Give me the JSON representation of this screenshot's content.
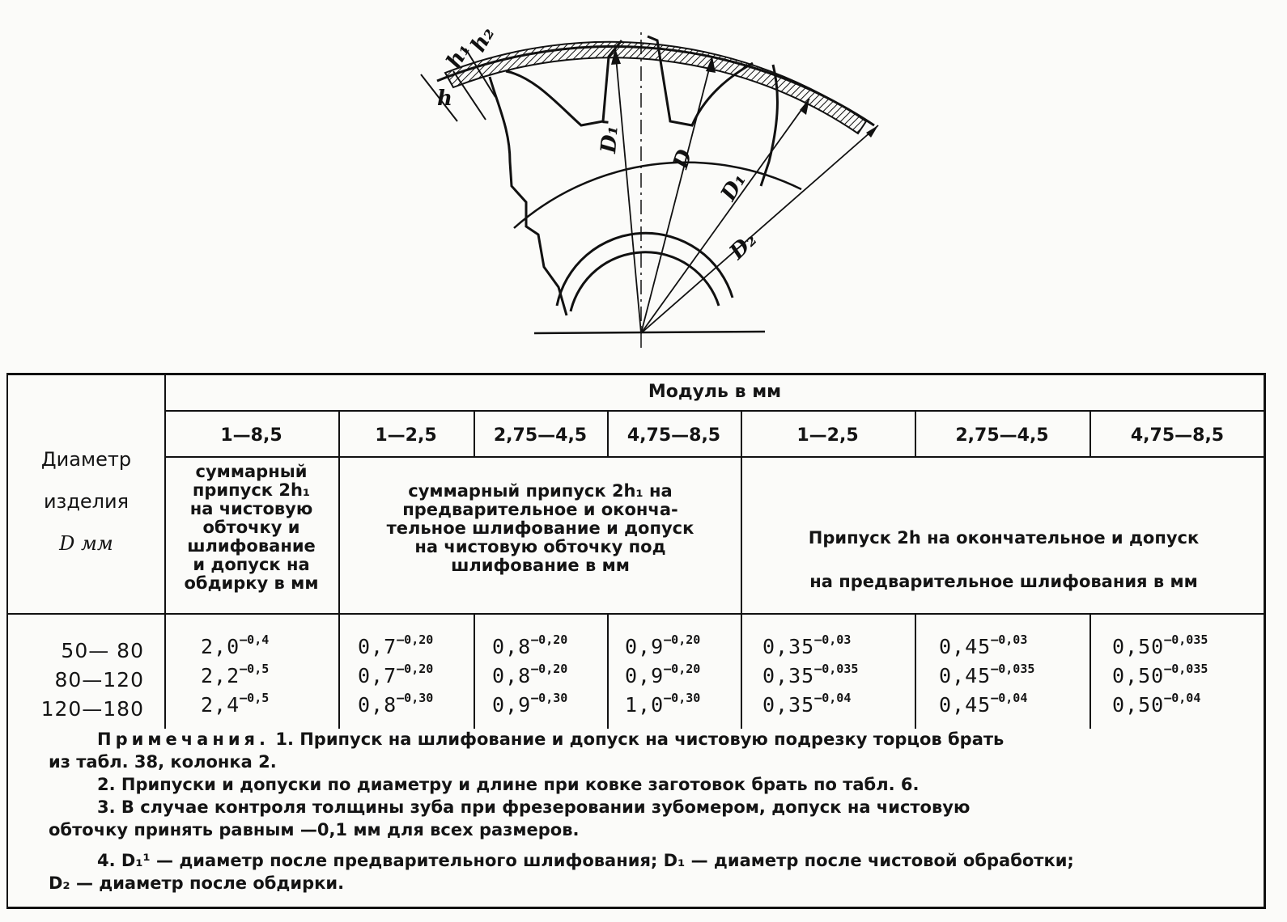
{
  "drawing": {
    "labels": {
      "h": "h",
      "h1": "h₁",
      "h2": "h₂",
      "d_pre": "D₁'",
      "d": "D",
      "d1": "D₁",
      "d2": "D₂"
    }
  },
  "table": {
    "col_diameter": {
      "line1": "Диаметр",
      "line2": "изделия",
      "line3": "D мм"
    },
    "module_header": "Модуль в мм",
    "modules": [
      "1—8,5",
      "1—2,5",
      "2,75—4,5",
      "4,75—8,5",
      "1—2,5",
      "2,75—4,5",
      "4,75—8,5"
    ],
    "group1_desc": [
      "суммарный",
      "припуск 2h₁",
      "на чистовую",
      "обточку и",
      "шлифование",
      "и допуск на",
      "обдирку в мм"
    ],
    "group2_desc": [
      "суммарный припуск 2h₁ на",
      "предварительное и оконча-",
      "тельное шлифование и допуск",
      "на чистовую обточку под",
      "шлифование в мм"
    ],
    "group3_desc": [
      "Припуск 2h на окончательное и допуск",
      "на предварительное шлифования в мм"
    ],
    "diameters": [
      "50— 80",
      "80—120",
      "120—180"
    ],
    "rows": [
      [
        {
          "v": "2,0",
          "tol": "—0,4"
        },
        {
          "v": "0,7",
          "tol": "—0,20"
        },
        {
          "v": "0,8",
          "tol": "—0,20"
        },
        {
          "v": "0,9",
          "tol": "—0,20"
        },
        {
          "v": "0,35",
          "tol": "—0,03"
        },
        {
          "v": "0,45",
          "tol": "—0,03"
        },
        {
          "v": "0,50",
          "tol": "—0,035"
        }
      ],
      [
        {
          "v": "2,2",
          "tol": "—0,5"
        },
        {
          "v": "0,7",
          "tol": "—0,20"
        },
        {
          "v": "0,8",
          "tol": "—0,20"
        },
        {
          "v": "0,9",
          "tol": "—0,20"
        },
        {
          "v": "0,35",
          "tol": "—0,035"
        },
        {
          "v": "0,45",
          "tol": "—0,035"
        },
        {
          "v": "0,50",
          "tol": "—0,035"
        }
      ],
      [
        {
          "v": "2,4",
          "tol": "—0,5"
        },
        {
          "v": "0,8",
          "tol": "—0,30"
        },
        {
          "v": "0,9",
          "tol": "—0,30"
        },
        {
          "v": "1,0",
          "tol": "—0,30"
        },
        {
          "v": "0,35",
          "tol": "—0,04"
        },
        {
          "v": "0,45",
          "tol": "—0,04"
        },
        {
          "v": "0,50",
          "tol": "—0,04"
        }
      ]
    ]
  },
  "notes": {
    "heading": "Примечания.",
    "n1_a": "1. Припуск на шлифование и допуск на чистовую подрезку торцов брать",
    "n1_b": "из табл. 38, колонка 2.",
    "n2": "2. Припуски и допуски по диаметру и длине при ковке заготовок брать по табл. 6.",
    "n3_a": "3. В случае контроля толщины зуба при фрезеровании зубомером, допуск на чистовую",
    "n3_b": "обточку принять равным —0,1 мм для всех размеров.",
    "n4_a": "4. D₁¹ — диаметр после предварительного шлифования; D₁ — диаметр после чистовой обработки;",
    "n4_b": "D₂ — диаметр после обдирки."
  }
}
